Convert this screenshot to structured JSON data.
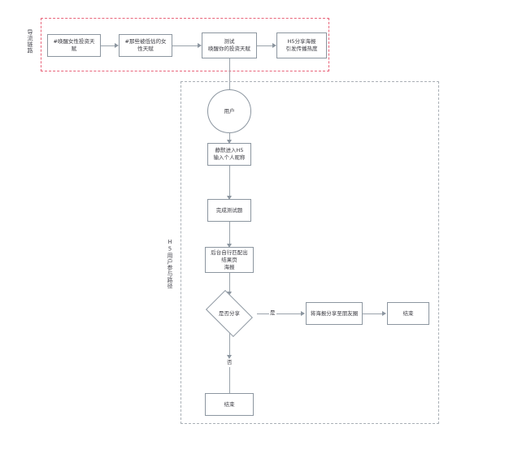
{
  "diagram": {
    "title_visible": false,
    "colors": {
      "red_lane_border": "#e8647a",
      "gray_lane_border": "#aab0b6",
      "node_border": "#8c96a0",
      "connector": "#9aa3ab",
      "text": "#3b3b42",
      "background": "#ffffff"
    }
  },
  "lanes": [
    {
      "id": "traffic-lane",
      "label": "导流链路",
      "style": "red-dashed"
    },
    {
      "id": "h5-lane",
      "label": "H5用户参与路径",
      "style": "gray-dashed"
    }
  ],
  "traffic_flow": {
    "nodes": [
      {
        "id": "topic-1",
        "label": "#唤醒女性投资天赋",
        "shape": "rect"
      },
      {
        "id": "topic-2",
        "label": "#那些被低估的女性天赋",
        "shape": "rect"
      },
      {
        "id": "topic-3",
        "label": "测试\n唤醒你的投资天赋",
        "shape": "rect"
      },
      {
        "id": "topic-4",
        "label": "H5分享海报\n引发传播热度",
        "shape": "rect"
      }
    ]
  },
  "h5_flow": {
    "nodes": [
      {
        "id": "user",
        "label": "用户",
        "shape": "circle"
      },
      {
        "id": "enter-h5",
        "label": "静默进入H5\n输入个人昵称",
        "shape": "rect"
      },
      {
        "id": "finish-quiz",
        "label": "完成测试题",
        "shape": "rect"
      },
      {
        "id": "backend-match",
        "label": "后台自行匹配出结果页\n海报",
        "shape": "rect"
      },
      {
        "id": "share-decision",
        "label": "是否分享",
        "shape": "diamond"
      },
      {
        "id": "share-to-moments",
        "label": "将海报分享至朋友圈",
        "shape": "rect"
      },
      {
        "id": "end-right",
        "label": "结束",
        "shape": "rect"
      },
      {
        "id": "end-bottom",
        "label": "结束",
        "shape": "rect"
      }
    ],
    "edge_labels": {
      "yes": "是",
      "no": "否"
    }
  }
}
